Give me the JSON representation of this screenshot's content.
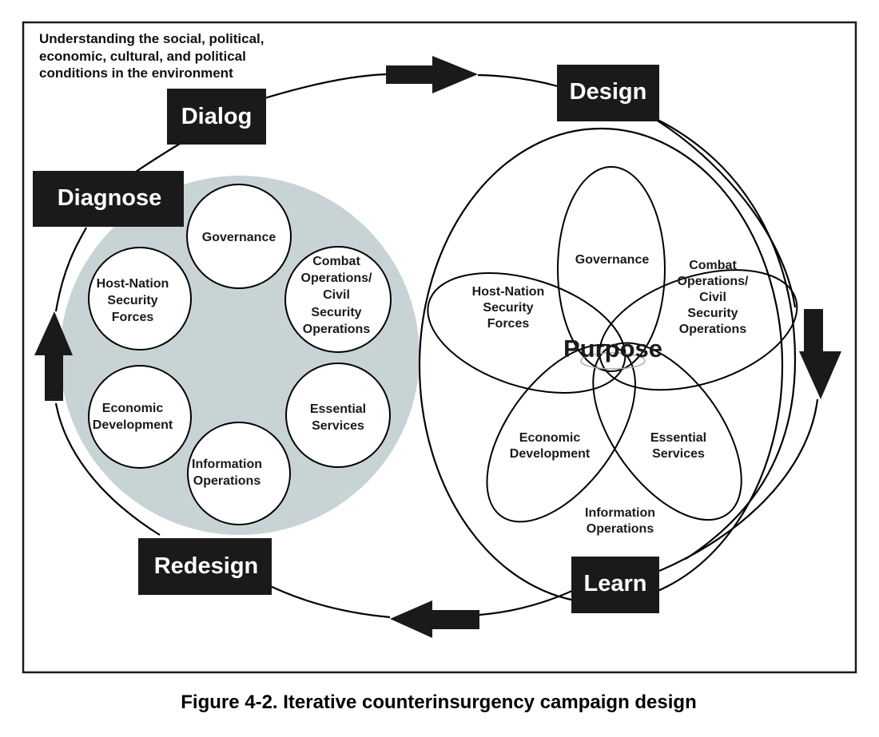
{
  "context_text": [
    "Understanding the social, political,",
    "economic, cultural, and political",
    "conditions in the environment"
  ],
  "stages": {
    "dialog": "Dialog",
    "design": "Design",
    "diagnose": "Diagnose",
    "redesign": "Redesign",
    "learn": "Learn"
  },
  "diagnose_circles": {
    "governance": [
      "Governance"
    ],
    "combat": [
      "Combat",
      "Operations/",
      "Civil",
      "Security",
      "Operations"
    ],
    "host_nation": [
      "Host-Nation",
      "Security",
      "Forces"
    ],
    "economic": [
      "Economic",
      "Development"
    ],
    "essential": [
      "Essential",
      "Services"
    ],
    "information": [
      "Information",
      "Operations"
    ]
  },
  "design_petals": {
    "governance": [
      "Governance"
    ],
    "combat": [
      "Combat",
      "Operations/",
      "Civil",
      "Security",
      "Operations"
    ],
    "host_nation": [
      "Host-Nation",
      "Security",
      "Forces"
    ],
    "economic": [
      "Economic",
      "Development"
    ],
    "essential": [
      "Essential",
      "Services"
    ],
    "information": [
      "Information",
      "Operations"
    ],
    "center": "Purpose"
  },
  "caption": "Figure 4-2. Iterative counterinsurgency campaign design",
  "colors": {
    "label_box": "#1a1a1a",
    "shaded_disc": "#c8d3d6",
    "stroke": "#000000"
  }
}
